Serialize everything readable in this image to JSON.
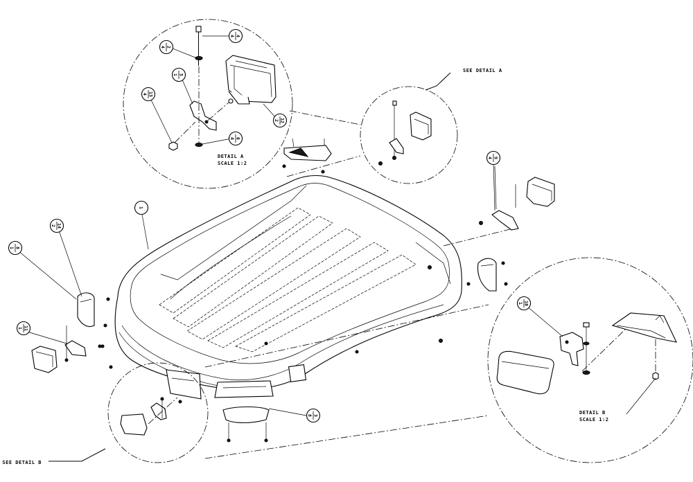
{
  "callouts": [
    {
      "id": "c1",
      "top": "1",
      "bottom": ""
    },
    {
      "id": "c2",
      "top": "2",
      "bottom": "4"
    },
    {
      "id": "c3",
      "top": "3",
      "bottom": "8"
    },
    {
      "id": "c4",
      "top": "4",
      "bottom": "4"
    },
    {
      "id": "c5",
      "top": "5",
      "bottom": "1"
    },
    {
      "id": "c6",
      "top": "6",
      "bottom": "4"
    },
    {
      "id": "c7",
      "top": "7",
      "bottom": "4"
    },
    {
      "id": "c8",
      "top": "8",
      "bottom": "1"
    },
    {
      "id": "c9",
      "top": "9",
      "bottom": "4"
    },
    {
      "id": "c10",
      "top": "10",
      "bottom": "1"
    },
    {
      "id": "c11",
      "top": "11",
      "bottom": "1"
    },
    {
      "id": "c12",
      "top": "12",
      "bottom": "2"
    },
    {
      "id": "c13",
      "top": "13",
      "bottom": "4"
    },
    {
      "id": "c14",
      "top": "14",
      "bottom": "2"
    }
  ],
  "labels": {
    "see_detail_a": "SEE DETAIL  A",
    "see_detail_b": "SEE DETAIL  B",
    "detail_a_title": "DETAIL  A",
    "detail_a_scale": "SCALE  1:2",
    "detail_b_title": "DETAIL  B",
    "detail_b_scale": "SCALE  1:2"
  }
}
